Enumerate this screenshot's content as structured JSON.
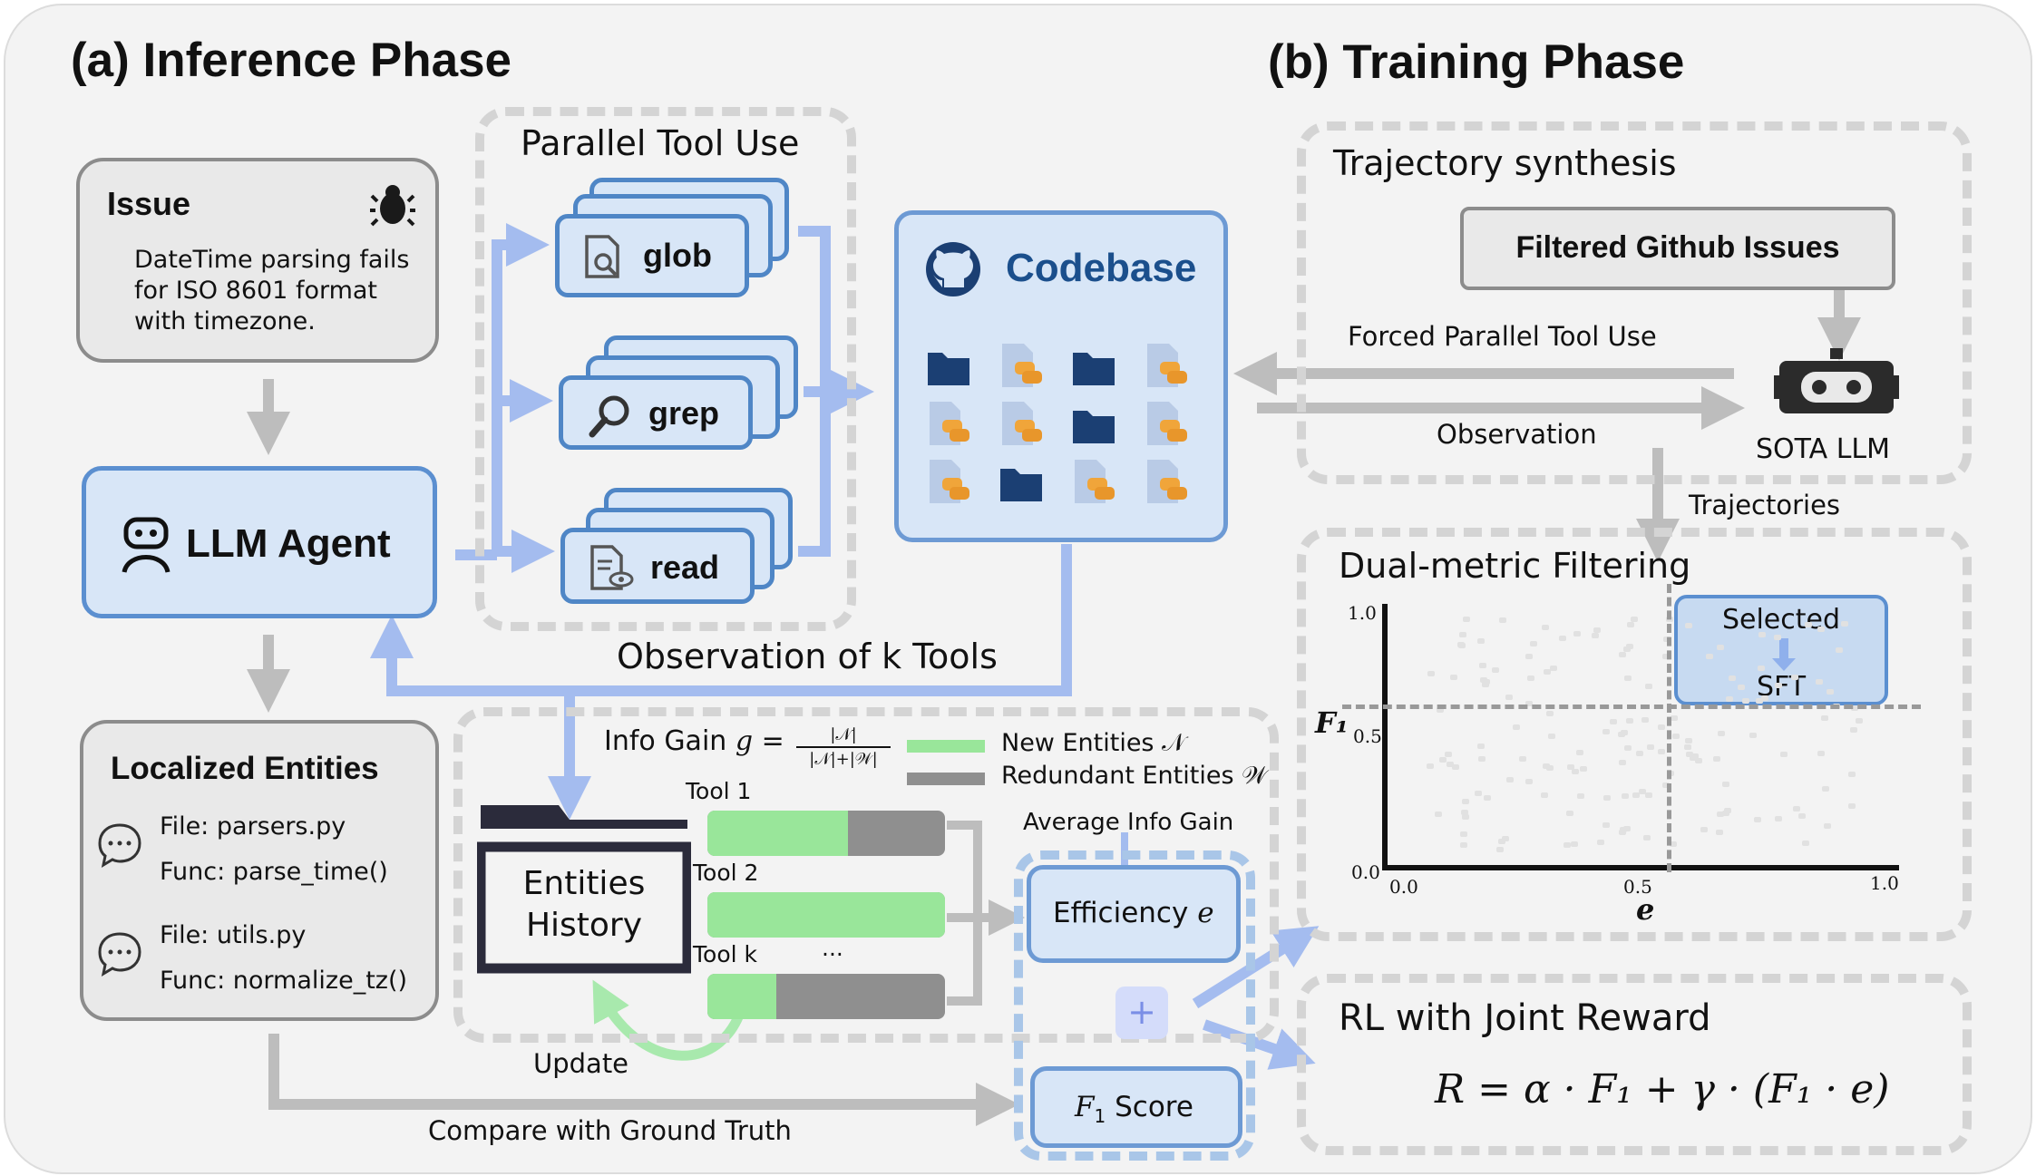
{
  "inference": {
    "title": "(a) Inference Phase",
    "issue": {
      "title": "Issue",
      "text_lines": [
        "DateTime parsing fails",
        "for ISO 8601 format",
        "with timezone."
      ]
    },
    "agent_label": "LLM Agent",
    "parallel": {
      "title": "Parallel Tool Use",
      "tools": [
        "glob",
        "grep",
        "read"
      ]
    },
    "codebase_label": "Codebase",
    "observation_label": "Observation of k Tools",
    "localized": {
      "title": "Localized Entities",
      "groups": [
        {
          "file": "File: parsers.py",
          "func": "Func: parse_time()"
        },
        {
          "file": "File: utils.py",
          "func": "Func: normalize_tz()"
        }
      ]
    },
    "info_gain": {
      "label": "Info Gain",
      "formula_var": "g",
      "formula_equals": "=",
      "numerator": "|𝒩|",
      "denominator": "|𝒩|+|𝒲|",
      "legend_new": "New Entities 𝒩",
      "legend_redundant": "Redundant Entities 𝒲",
      "new_color": "#99e69a",
      "redundant_color": "#8f8f8f"
    },
    "entities_history": [
      "Entities",
      "History"
    ],
    "tool_bars": [
      {
        "label": "Tool 1",
        "new_fraction": 0.59
      },
      {
        "label": "Tool 2",
        "new_fraction": 1.0
      },
      {
        "label": "Tool k",
        "new_fraction": 0.29
      }
    ],
    "ellipsis": "···",
    "update_label": "Update",
    "average_label": "Average Info Gain",
    "efficiency_label": "Efficiency",
    "efficiency_var": "e",
    "plus": "+",
    "f1_label": "Score",
    "f1_var": "F",
    "f1_sub": "1",
    "compare_label": "Compare with Ground Truth"
  },
  "training": {
    "title": "(b) Training Phase",
    "synthesis_title": "Trajectory synthesis",
    "filtered_label": "Filtered Github Issues",
    "forced_label": "Forced Parallel Tool Use",
    "observation_label": "Observation",
    "sota_label": "SOTA LLM",
    "trajectories_label": "Trajectories",
    "filtering_title": "Dual-metric Filtering",
    "selected_label": "Selected",
    "sft_label": "SFT",
    "rl_title": "RL with Joint Reward",
    "rl_formula": "R = α · F₁ + γ · (F₁ · e)"
  },
  "chart_data": {
    "type": "scatter",
    "xlabel": "e",
    "ylabel": "F₁",
    "xlim": [
      0,
      1
    ],
    "ylim": [
      0,
      1
    ],
    "x_ticks": [
      "0.0",
      "0.5",
      "1.0"
    ],
    "y_ticks": [
      "0.0",
      "0.5",
      "1.0"
    ],
    "thresholds": {
      "x": 0.55,
      "y": 0.62
    },
    "selected_region": "top-right",
    "grid": false
  },
  "colors": {
    "accent_blue": "#4f86c6",
    "light_blue": "#d8e6f7",
    "arrow_blue": "#9fb8ec",
    "gray_arrow": "#bdbdbd",
    "dark_navy": "#1b3f73"
  },
  "icons": [
    "bug-icon",
    "robot-icon",
    "search-file-icon",
    "magnifier-icon",
    "doc-eye-icon",
    "github-icon",
    "folder-icon",
    "python-file-icon",
    "chat-icon",
    "bot-head-icon"
  ]
}
